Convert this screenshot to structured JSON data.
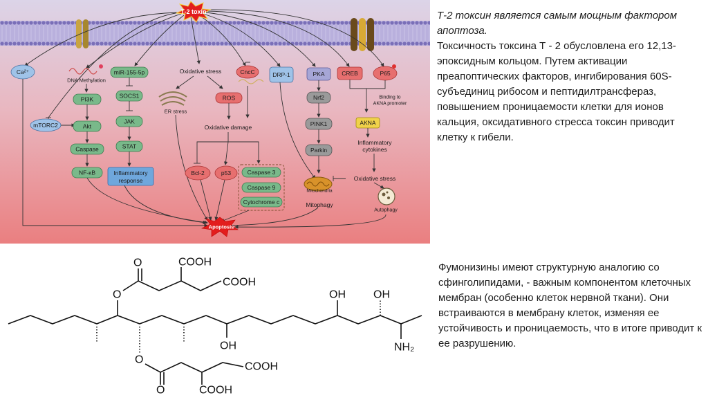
{
  "diagram": {
    "toxin": "T-2 toxin",
    "ca": "Ca²⁺",
    "mtorc2": "mTORC2",
    "dna_methylation": "DNA Methylation",
    "pi3k": "PI3K",
    "akt": "Akt",
    "caspase": "Caspase",
    "nfkb": "NF-κB",
    "mir155": "miR-155-5p",
    "socs1": "SOCS1",
    "jak": "JAK",
    "stat": "STAT",
    "inflammatory_response": [
      "Inflammatory",
      "response"
    ],
    "oxidative_stress": "Oxidative stress",
    "er_stress": "ER stress",
    "ros": "ROS",
    "oxidative_damage": "Oxidative damage",
    "cncc": "CncC",
    "bcl2": "Bcl-2",
    "p53": "p53",
    "caspase3": "Caspase 3",
    "caspase9": "Caspase 9",
    "cytochrome_c": "Cytochrome c",
    "drp1": "DRP-1",
    "pka": "PKA",
    "nrf2": "Nrf2",
    "pink1": "PINK1",
    "parkin": "Parkin",
    "mitochondria": "Mitochondria",
    "mitophagy": "Mitophagy",
    "creb": "CREB",
    "p65": "P65",
    "binding": [
      "Binding to",
      "AKNA promoter"
    ],
    "akna": "AKNA",
    "inflammatory_cytokines": [
      "Inflammatory",
      "cytokines"
    ],
    "oxidative_stress2": "Oxidative stress",
    "autophagy": "Autophagy",
    "apoptosis": "Apoptosis"
  },
  "text_block_1": {
    "italic": "Т-2 токсин является самым мощным фактором апоптоза.",
    "body": "Токсичность токсина Т - 2 обусловлена его 12,13-эпоксидным кольцом. Путем активации преапоптических факторов, ингибирования 60S-субъединиц рибосом и пептидилтрансфераз, повышением проницаемости клетки для ионов кальция, оксидативного стресса токсин приводит клетку к гибели."
  },
  "molecule": {
    "cooh": "COOH",
    "o": "O",
    "oh": "OH",
    "nh2": "NH₂"
  },
  "text_block_2": "Фумонизины имеют структурную аналогию со сфинголипидами, - важным компонентом клеточных мембран (особенно клеток нервной ткани). Они встраиваются в мембрану клеток, изменяя ее устойчивость и проницаемость, что в итоге приводит к ее разрушению.",
  "colors": {
    "bg_top": "#d8cde4",
    "bg_bottom": "#ec8585",
    "membrane": "#b7aedc",
    "node_green": "#79b98a",
    "node_blue": "#9fc3e8",
    "node_red": "#e76f6f",
    "apoptosis": "#e31d1d",
    "toxin_star": "#d91a1a"
  }
}
